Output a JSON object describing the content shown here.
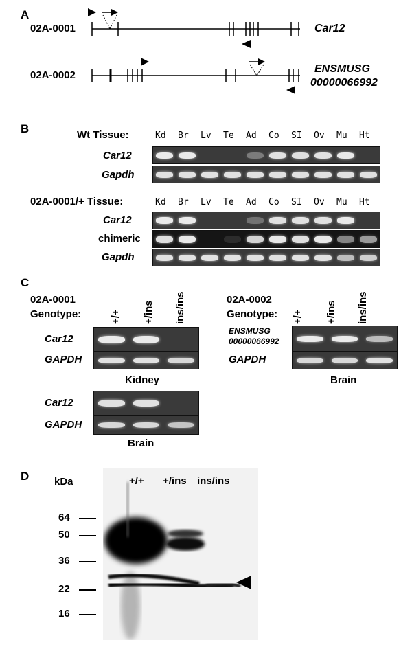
{
  "panelA": {
    "label": "A",
    "rows": [
      {
        "id": "02A-0001",
        "gene": "Car12"
      },
      {
        "id": "02A-0002",
        "gene1": "ENSMUSG",
        "gene2": "00000066992"
      }
    ]
  },
  "panelB": {
    "label": "B",
    "wt_title": "Wt Tissue:",
    "mut_title": "02A-0001/+ Tissue:",
    "tissues": [
      "Kd",
      "Br",
      "Lv",
      "Te",
      "Ad",
      "Co",
      "SI",
      "Ov",
      "Mu",
      "Ht"
    ],
    "row_car12": "Car12",
    "row_gapdh": "Gapdh",
    "row_chimeric": "chimeric"
  },
  "panelC": {
    "label": "C",
    "left_id": "02A-0001",
    "right_id": "02A-0002",
    "genotype_label": "Genotype:",
    "genotypes": [
      "+/+",
      "+/ins",
      "ins/ins"
    ],
    "car12": "Car12",
    "gapdh": "GAPDH",
    "ens1": "ENSMUSG",
    "ens2": "00000066992",
    "kidney": "Kidney",
    "brain": "Brain"
  },
  "panelD": {
    "label": "D",
    "kda": "kDa",
    "markers": [
      "64",
      "50",
      "36",
      "22",
      "16"
    ],
    "genotypes": [
      "+/+",
      "+/ins",
      "ins/ins"
    ]
  },
  "colors": {
    "gel": "#3a3a3a",
    "band": "#f4f4f4",
    "blot": "#111111"
  }
}
